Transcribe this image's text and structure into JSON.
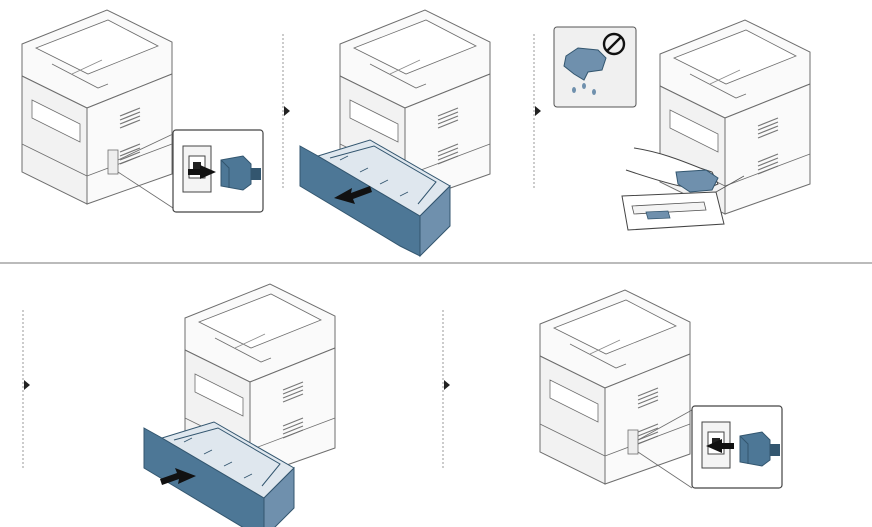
{
  "colors": {
    "line": "#6e6e6e",
    "body_fill": "#fafafa",
    "tray_fill": "#4d7796",
    "tray_dark": "#33566f",
    "cloth_fill": "#6f90ad",
    "separator": "#8a8a8a",
    "arrow": "#111111"
  },
  "steps": [
    {
      "id": 1,
      "action": "unplug-power-cord",
      "icon": "power-plug-icon"
    },
    {
      "id": 2,
      "action": "pull-out-paper-tray",
      "icon": "tray-out-arrow-icon"
    },
    {
      "id": 3,
      "action": "wipe-inside-with-dry-cloth",
      "icon": "dry-cloth-icon",
      "warning_icon": "no-water-icon"
    },
    {
      "id": 4,
      "action": "insert-paper-tray",
      "icon": "tray-in-arrow-icon"
    },
    {
      "id": 5,
      "action": "plug-in-power-cord",
      "icon": "power-plug-icon"
    }
  ]
}
